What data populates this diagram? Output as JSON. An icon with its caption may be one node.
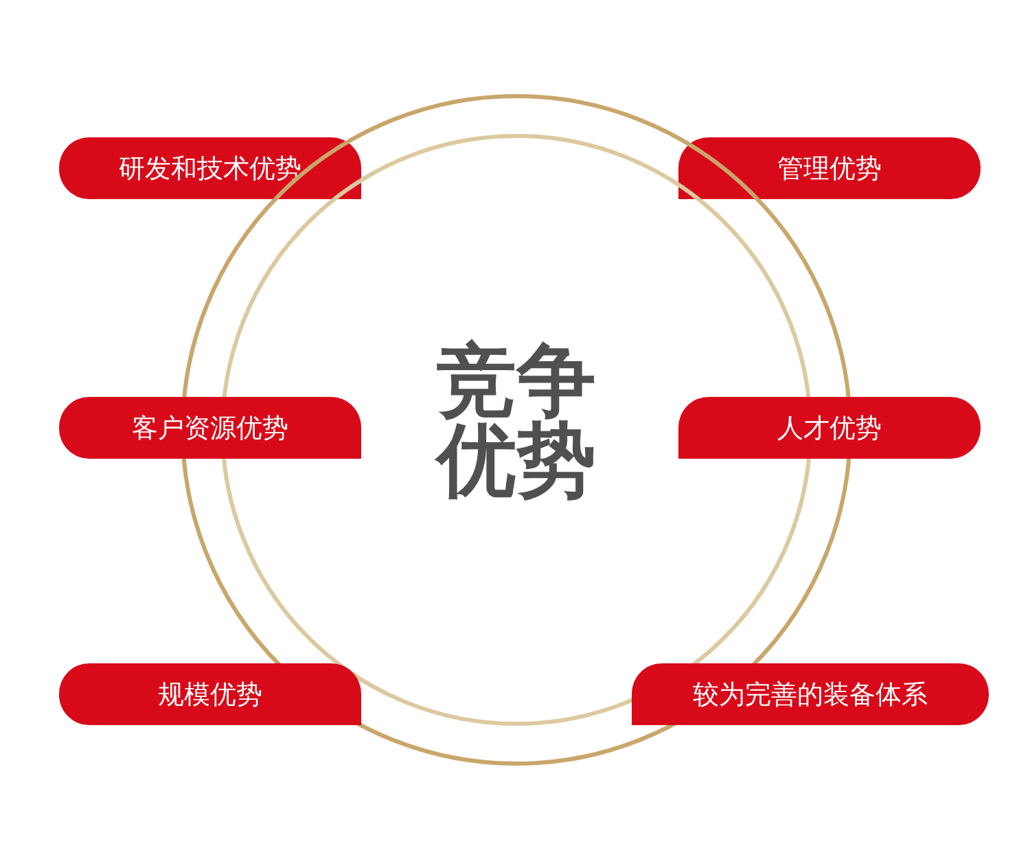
{
  "diagram": {
    "nodes": [
      {
        "text": [
          "研发和技术优势"
        ]
      },
      {
        "text": [
          "管理优势"
        ]
      },
      {
        "text": [
          "竞争优势"
        ]
      },
      {
        "text": [
          "客户资源优势"
        ]
      },
      {
        "text": [
          "人才优势"
        ]
      },
      {
        "text": [
          "规模优势"
        ]
      },
      {
        "text": [
          "较为完善的装备体系"
        ]
      }
    ]
  }
}
